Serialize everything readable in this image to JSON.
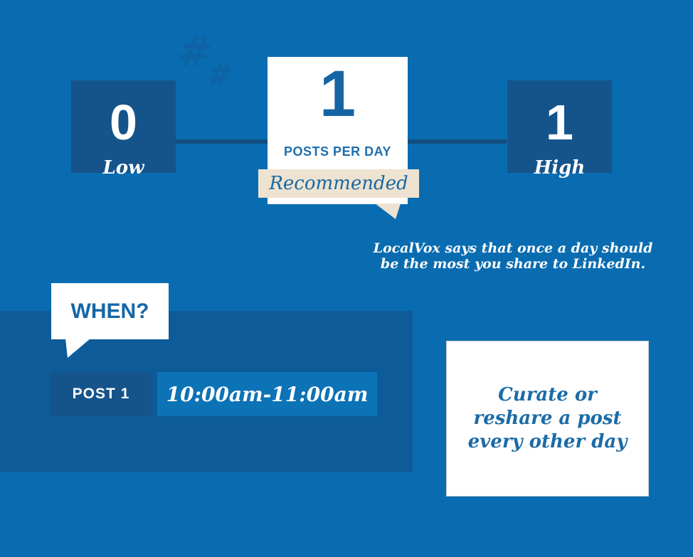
{
  "colors": {
    "background": "#0a6cb0",
    "panel": "#0d5c99",
    "dark_box": "#15548b",
    "scale_line": "#134e7f",
    "time_box": "#0c73b6",
    "cream_ribbon": "#ede3d0",
    "accent_text_blue": "#1566a8",
    "white": "#ffffff",
    "hashtag_blue": "#0d63a3"
  },
  "frequency_scale": {
    "low": {
      "value": "0",
      "label": "Low"
    },
    "recommended": {
      "value": "1",
      "unit": "POSTS PER DAY",
      "badge": "Recommended"
    },
    "high": {
      "value": "1",
      "label": "High"
    }
  },
  "note": {
    "line1": "LocalVox says that once a day should",
    "line2": "be the most you share to LinkedIn."
  },
  "schedule": {
    "heading": "WHEN?",
    "rows": [
      {
        "label": "POST 1",
        "time": "10:00am-11:00am"
      }
    ]
  },
  "tip": {
    "lines": [
      "Curate or",
      "reshare a post",
      "every other day"
    ]
  },
  "decor": {
    "hashtags": [
      "#",
      "#"
    ]
  }
}
